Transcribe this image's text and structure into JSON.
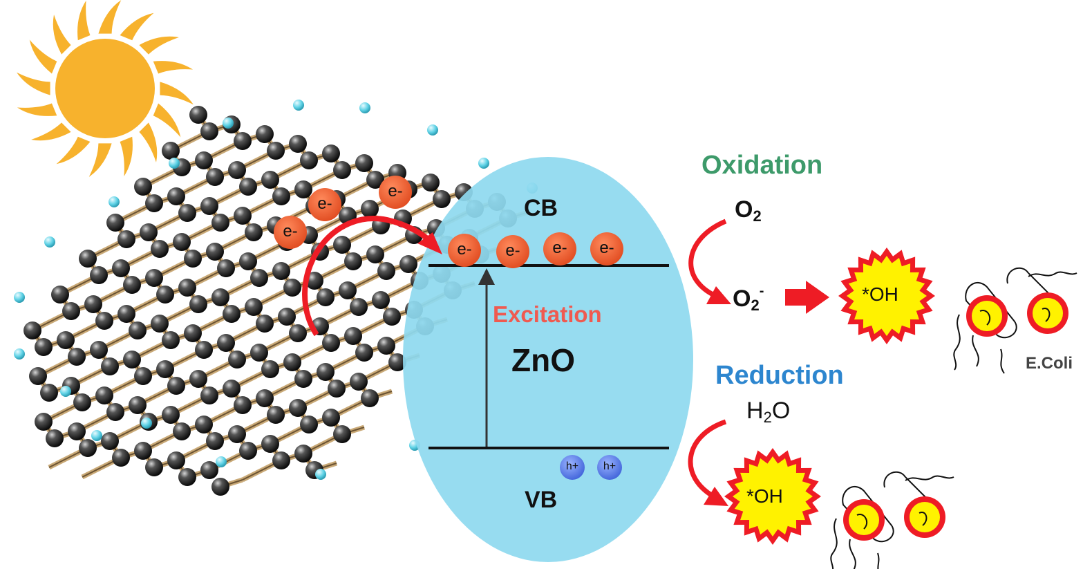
{
  "labels": {
    "cb": "CB",
    "vb": "VB",
    "material": "ZnO",
    "excitation": "Excitation",
    "oxidation": "Oxidation",
    "reduction": "Reduction",
    "ecoli": "E.Coli"
  },
  "species": {
    "o2_base": "O",
    "o2_sub": "2",
    "o2minus_base": "O",
    "o2minus_sub": "2",
    "o2minus_sup": "-",
    "h2o_h": "H",
    "h2o_sub": "2",
    "h2o_o": "O",
    "hydroxyl_1": "*OH",
    "hydroxyl_2": "*OH"
  },
  "electrons": [
    "e-",
    "e-",
    "e-",
    "e-",
    "e-",
    "e-",
    "e-"
  ],
  "holes": [
    "h+",
    "h+"
  ],
  "colors": {
    "sun": "#f7b22d",
    "zno_fill": "#8fd9ef",
    "electron": "#e8562a",
    "hole": "#4a6fe0",
    "arrow_red": "#ee1c25",
    "oxidation_text": "#3d9a6a",
    "reduction_text": "#2d86cf",
    "excitation_text": "#ef5a50",
    "starburst_outer": "#ee1c25",
    "starburst_inner": "#fff200"
  },
  "icons": {
    "sun": "sun-icon",
    "graphene": "graphene-sheet",
    "bacteria": "bacteria-icon"
  }
}
